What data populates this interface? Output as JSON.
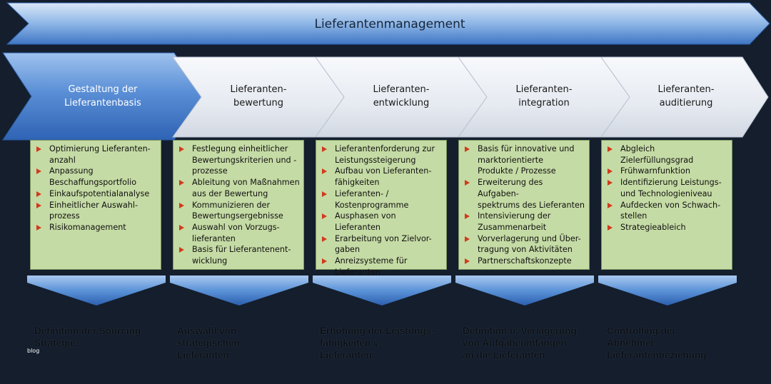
{
  "banner": {
    "title": "Lieferantenmanagement"
  },
  "colors": {
    "background": "#141e2d",
    "active_chevron": "#4f86cf",
    "inactive_chevron": "#e7ebf2",
    "box_fill": "#c5dba5",
    "bullet": "#d23a1c",
    "down_arrow": "#5b93d8"
  },
  "phases": [
    {
      "label": "Gestaltung der\nLieferantenbasis",
      "active": true,
      "bullets": [
        "Optimierung Lieferanten-\nanzahl",
        "Anpassung\nBeschaffungsportfolio",
        "Einkaufspotentialanalyse",
        "Einheitlicher Auswahl-\nprozess",
        "Risikomanagement"
      ],
      "outcome": "Definition der Sourcing\nStrategie"
    },
    {
      "label": "Lieferanten-\nbewertung",
      "active": false,
      "bullets": [
        "Festlegung einheitlicher\nBewertungskriterien und -\nprozesse",
        "Ableitung von Maßnahmen\naus der Bewertung",
        "Kommunizieren der\nBewertungsergebnisse",
        "Auswahl von Vorzugs-\nlieferanten",
        "Basis für Lieferantenent-\nwicklung"
      ],
      "outcome": "Auswahl von\nstrategischen\nLieferanten"
    },
    {
      "label": "Lieferanten-\nentwicklung",
      "active": false,
      "bullets": [
        "Lieferantenforderung zur\nLeistungssteigerung",
        "Aufbau von Lieferanten-\nfähigkeiten",
        "Lieferanten- /\nKostenprogramme",
        "Ausphasen von Lieferanten",
        "Erarbeitung von Zielvor-\ngaben",
        "Anreizsysteme für\nLieferanten"
      ],
      "outcome": "Erhöhung der Leistungs-\nfähigkeiten v.\nLieferanten"
    },
    {
      "label": "Lieferanten-\nintegration",
      "active": false,
      "bullets": [
        "Basis für innovative und\nmarktorientierte\nProdukte / Prozesse",
        "Erweiterung des Aufgaben-\nspektrums des Lieferanten",
        "Intensivierung der\nZusammenarbeit",
        "Vorverlagerung und Über-\ntragung von Aktivitäten",
        "Partnerschaftskonzepte"
      ],
      "outcome": "Definition u. Verlagerung\nvon Aufgabeumfängen\nan die Lieferanten"
    },
    {
      "label": "Lieferanten-\nauditierung",
      "active": false,
      "bullets": [
        "Abgleich Zielerfüllungsgrad",
        "Frühwarnfunktion",
        "Identifizierung Leistungs-\nund Technologieniveau",
        "Aufdecken von Schwach-\nstellen",
        "Strategieableich"
      ],
      "outcome": "Controlling der\nAbnehmer\nLieferantenbeziehung"
    }
  ],
  "watermark": "blog"
}
